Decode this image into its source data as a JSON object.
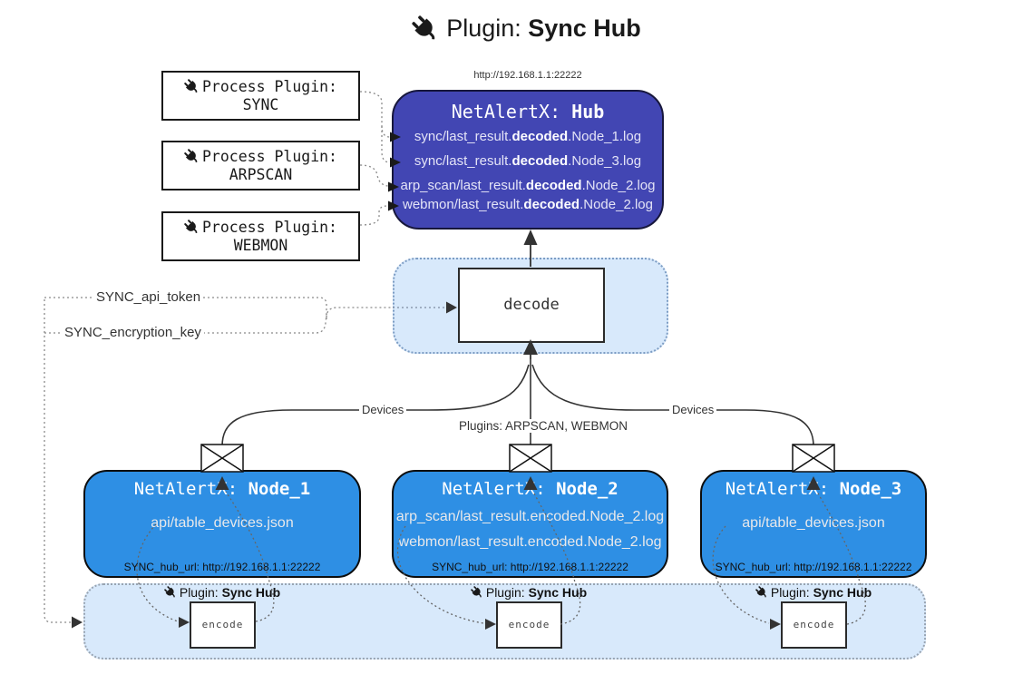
{
  "title": {
    "prefix": "Plugin:",
    "name": "Sync Hub"
  },
  "hub": {
    "url": "http://192.168.1.1:22222",
    "title_prefix": "NetAlertX: ",
    "title_name": "Hub",
    "rows": [
      {
        "pre": "sync/last_result.",
        "bold": "decoded",
        "post": ".Node_1.log"
      },
      {
        "pre": "sync/last_result.",
        "bold": "decoded",
        "post": ".Node_3.log"
      },
      {
        "pre": "arp_scan/last_result.",
        "bold": "decoded",
        "post": ".Node_2.log"
      },
      {
        "pre": "webmon/last_result.",
        "bold": "decoded",
        "post": ".Node_2.log"
      }
    ]
  },
  "process_plugins": [
    {
      "label": "Process Plugin:",
      "name": "SYNC"
    },
    {
      "label": "Process Plugin:",
      "name": "ARPSCAN"
    },
    {
      "label": "Process Plugin:",
      "name": "WEBMON"
    }
  ],
  "env": {
    "api_token": "SYNC_api_token",
    "encryption_key": "SYNC_encryption_key"
  },
  "decode": {
    "label": "decode"
  },
  "edge_labels": {
    "devices_left": "Devices",
    "plugins_center": "Plugins: ARPSCAN, WEBMON",
    "devices_right": "Devices"
  },
  "nodes": [
    {
      "title_prefix": "NetAlertX: ",
      "title_name": "Node_1",
      "files": [
        "api/table_devices.json"
      ],
      "hub_url": "SYNC_hub_url: http://192.168.1.1:22222"
    },
    {
      "title_prefix": "NetAlertX: ",
      "title_name": "Node_2",
      "files": [
        "arp_scan/last_result.encoded.Node_2.log",
        "webmon/last_result.encoded.Node_2.log"
      ],
      "hub_url": "SYNC_hub_url: http://192.168.1.1:22222"
    },
    {
      "title_prefix": "NetAlertX: ",
      "title_name": "Node_3",
      "files": [
        "api/table_devices.json"
      ],
      "hub_url": "SYNC_hub_url: http://192.168.1.1:22222"
    }
  ],
  "encoders": {
    "label": "Plugin:",
    "name": "Sync Hub",
    "box": "encode"
  },
  "colors": {
    "hub_fill": "#4246b3",
    "node_fill": "#2e8fe4",
    "panel_fill": "#d8e9fb",
    "line": "#333333",
    "dotted": "#888888"
  }
}
